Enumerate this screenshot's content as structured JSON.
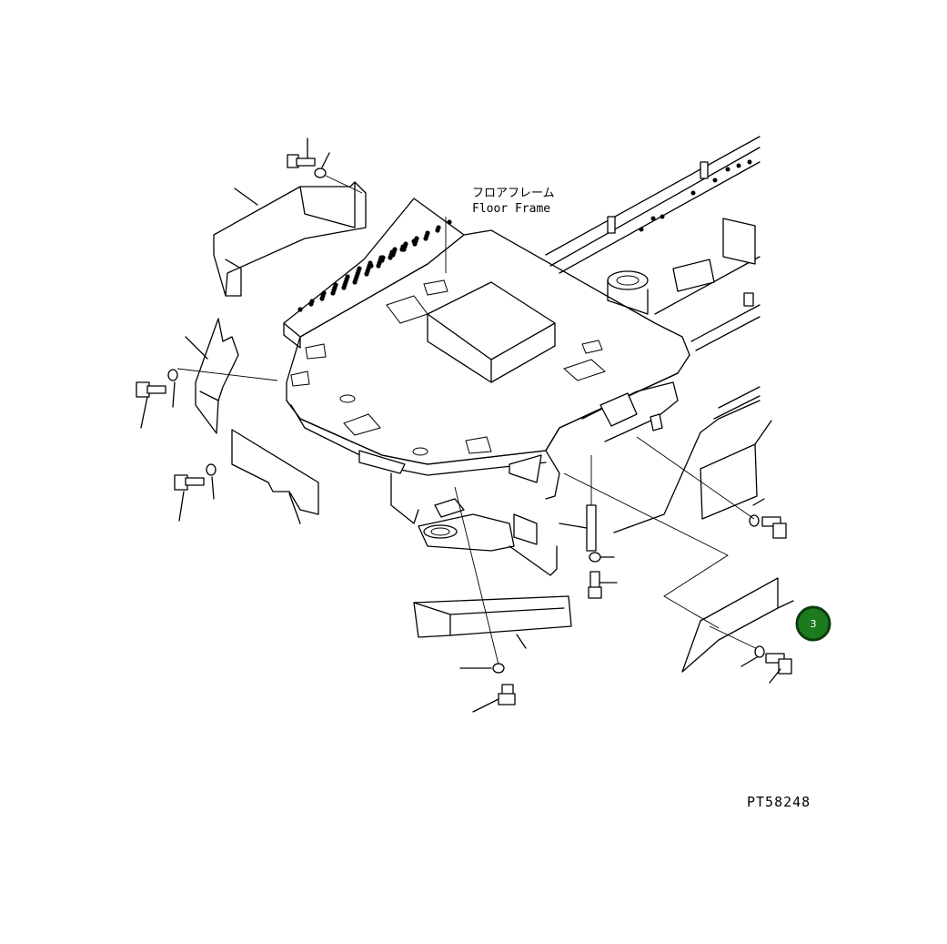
{
  "labels": {
    "japanese": "フロアフレーム",
    "english": "Floor Frame"
  },
  "part_code": "PT58248",
  "callouts": [
    {
      "number": "3",
      "color": "#1e7a1e"
    }
  ]
}
